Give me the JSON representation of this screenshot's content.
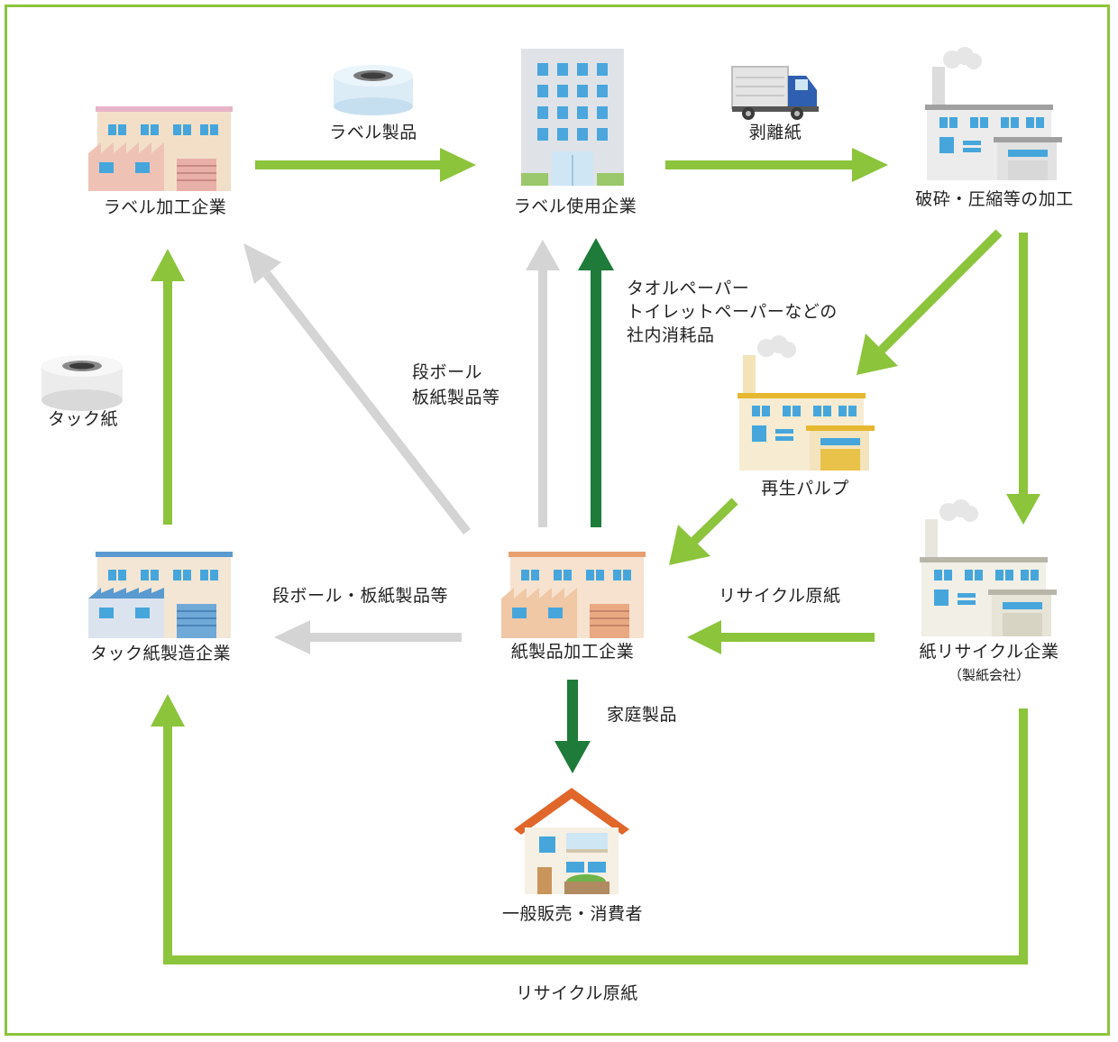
{
  "nodes": {
    "label_converter": "ラベル加工企業",
    "label_user": "ラベル使用企業",
    "crushing": "破砕・圧縮等の加工",
    "recycled_pulp": "再生パルプ",
    "paper_recycler": "紙リサイクル企業",
    "paper_recycler_sub": "（製紙会社）",
    "paper_processor": "紙製品加工企業",
    "tack_maker": "タック紙製造企業",
    "consumer": "一般販売・消費者"
  },
  "edges": {
    "label_products": "ラベル製品",
    "release_paper": "剥離紙",
    "tack_paper": "タック紙",
    "cardboard_a": [
      "段ボール",
      "板紙製品等"
    ],
    "towel": [
      "タオルペーパー",
      "トイレットペーパーなどの",
      "社内消耗品"
    ],
    "cardboard_b": "段ボール・板紙製品等",
    "recycled_base_right": "リサイクル原紙",
    "household": "家庭製品",
    "recycled_base_bottom": "リサイクル原紙"
  },
  "colors": {
    "light_green": "#8cc43c",
    "dark_green": "#1e7b3a",
    "gray": "#d4d4d4",
    "frame": "#8cc43c"
  },
  "icons": [
    "factory-icon",
    "office-building-icon",
    "truck-icon",
    "smokestack-factory-icon",
    "label-roll-icon",
    "tack-roll-icon",
    "house-icon"
  ]
}
